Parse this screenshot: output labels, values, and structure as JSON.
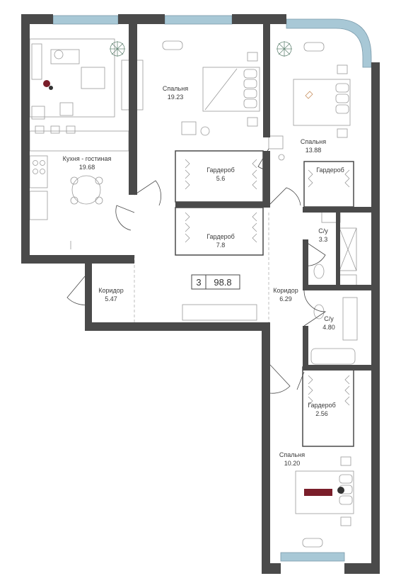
{
  "summary": {
    "rooms": "3",
    "area": "98.8"
  },
  "rooms": [
    {
      "name": "Кухня - гостиная",
      "area": "19.68"
    },
    {
      "name": "Спальня",
      "area": "19.23"
    },
    {
      "name": "Спальня",
      "area": "13.88"
    },
    {
      "name": "Гардероб",
      "area": "5.6"
    },
    {
      "name": "Гардероб",
      "area": "7.8"
    },
    {
      "name": "Гардероб",
      "area": ""
    },
    {
      "name": "С/у",
      "area": "3.3"
    },
    {
      "name": "Коридор",
      "area": "5.47"
    },
    {
      "name": "Коридор",
      "area": "6.29"
    },
    {
      "name": "С/у",
      "area": "4.80"
    },
    {
      "name": "Гардероб",
      "area": "2.56"
    },
    {
      "name": "Спальня",
      "area": "10.20"
    }
  ],
  "colors": {
    "wall": "#4a4a4a",
    "window": "#a8c8d6",
    "accent": "#7a1e2a",
    "furniture": "#9a9a9a"
  }
}
